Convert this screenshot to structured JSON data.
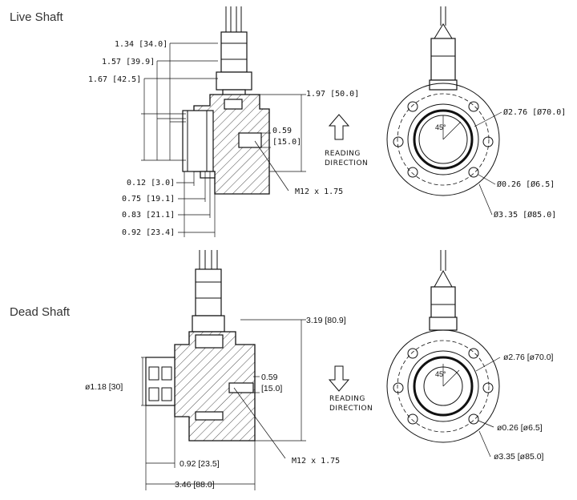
{
  "live_shaft": {
    "title": "Live Shaft",
    "dims": {
      "d134": "1.34 [34.0]",
      "d157": "1.57 [39.9]",
      "d167": "1.67 [42.5]",
      "d197": "1.97 [50.0]",
      "d059": "0.59",
      "d059mm": "[15.0]",
      "d012": "0.12 [3.0]",
      "d075": "0.75 [19.1]",
      "d083": "0.83 [21.1]",
      "d092": "0.92 [23.4]",
      "thread": "M12 x 1.75",
      "dia276": "Ø2.76 [Ø70.0]",
      "dia026": "Ø0.26 [Ø6.5]",
      "dia335": "Ø3.35 [Ø85.0]",
      "angle": "45°"
    },
    "reading_line1": "READING",
    "reading_line2": "DIRECTION",
    "arrow": "up"
  },
  "dead_shaft": {
    "title": "Dead Shaft",
    "dims": {
      "d319": "3.19 [80.9]",
      "d059": "0.59",
      "d059mm": "[15.0]",
      "d118": "ø1.18 [30]",
      "d092": "0.92 [23.5]",
      "d346": "3.46 [88.0]",
      "thread": "M12 x 1.75",
      "dia276": "ø2.76 [ø70.0]",
      "dia026": "ø0.26 [ø6.5]",
      "dia335": "ø3.35 [ø85.0]",
      "angle": "45°"
    },
    "reading_line1": "READING",
    "reading_line2": "DIRECTION",
    "arrow": "down"
  }
}
